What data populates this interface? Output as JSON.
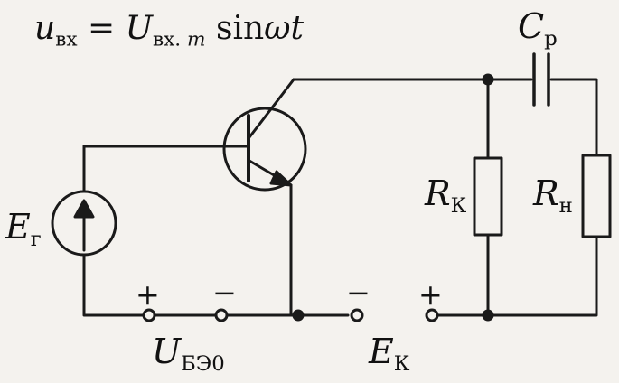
{
  "formula": {
    "lhs": "u",
    "lhs_sub": "вх",
    "eq": "=",
    "rhs": "U",
    "rhs_sub": "вх.",
    "rhs_sub_m": "m",
    "func": "sin",
    "arg": "ωt"
  },
  "capacitor": {
    "symbol": "C",
    "sub": "р"
  },
  "source": {
    "symbol": "E",
    "sub": "г"
  },
  "collector_resistor": {
    "symbol": "R",
    "sub": "К"
  },
  "load_resistor": {
    "symbol": "R",
    "sub": "н"
  },
  "bias": {
    "symbol": "U",
    "sub": "БЭ0",
    "plus": "+",
    "minus": "−"
  },
  "supply": {
    "symbol": "E",
    "sub": "К",
    "plus": "+",
    "minus": "−"
  }
}
